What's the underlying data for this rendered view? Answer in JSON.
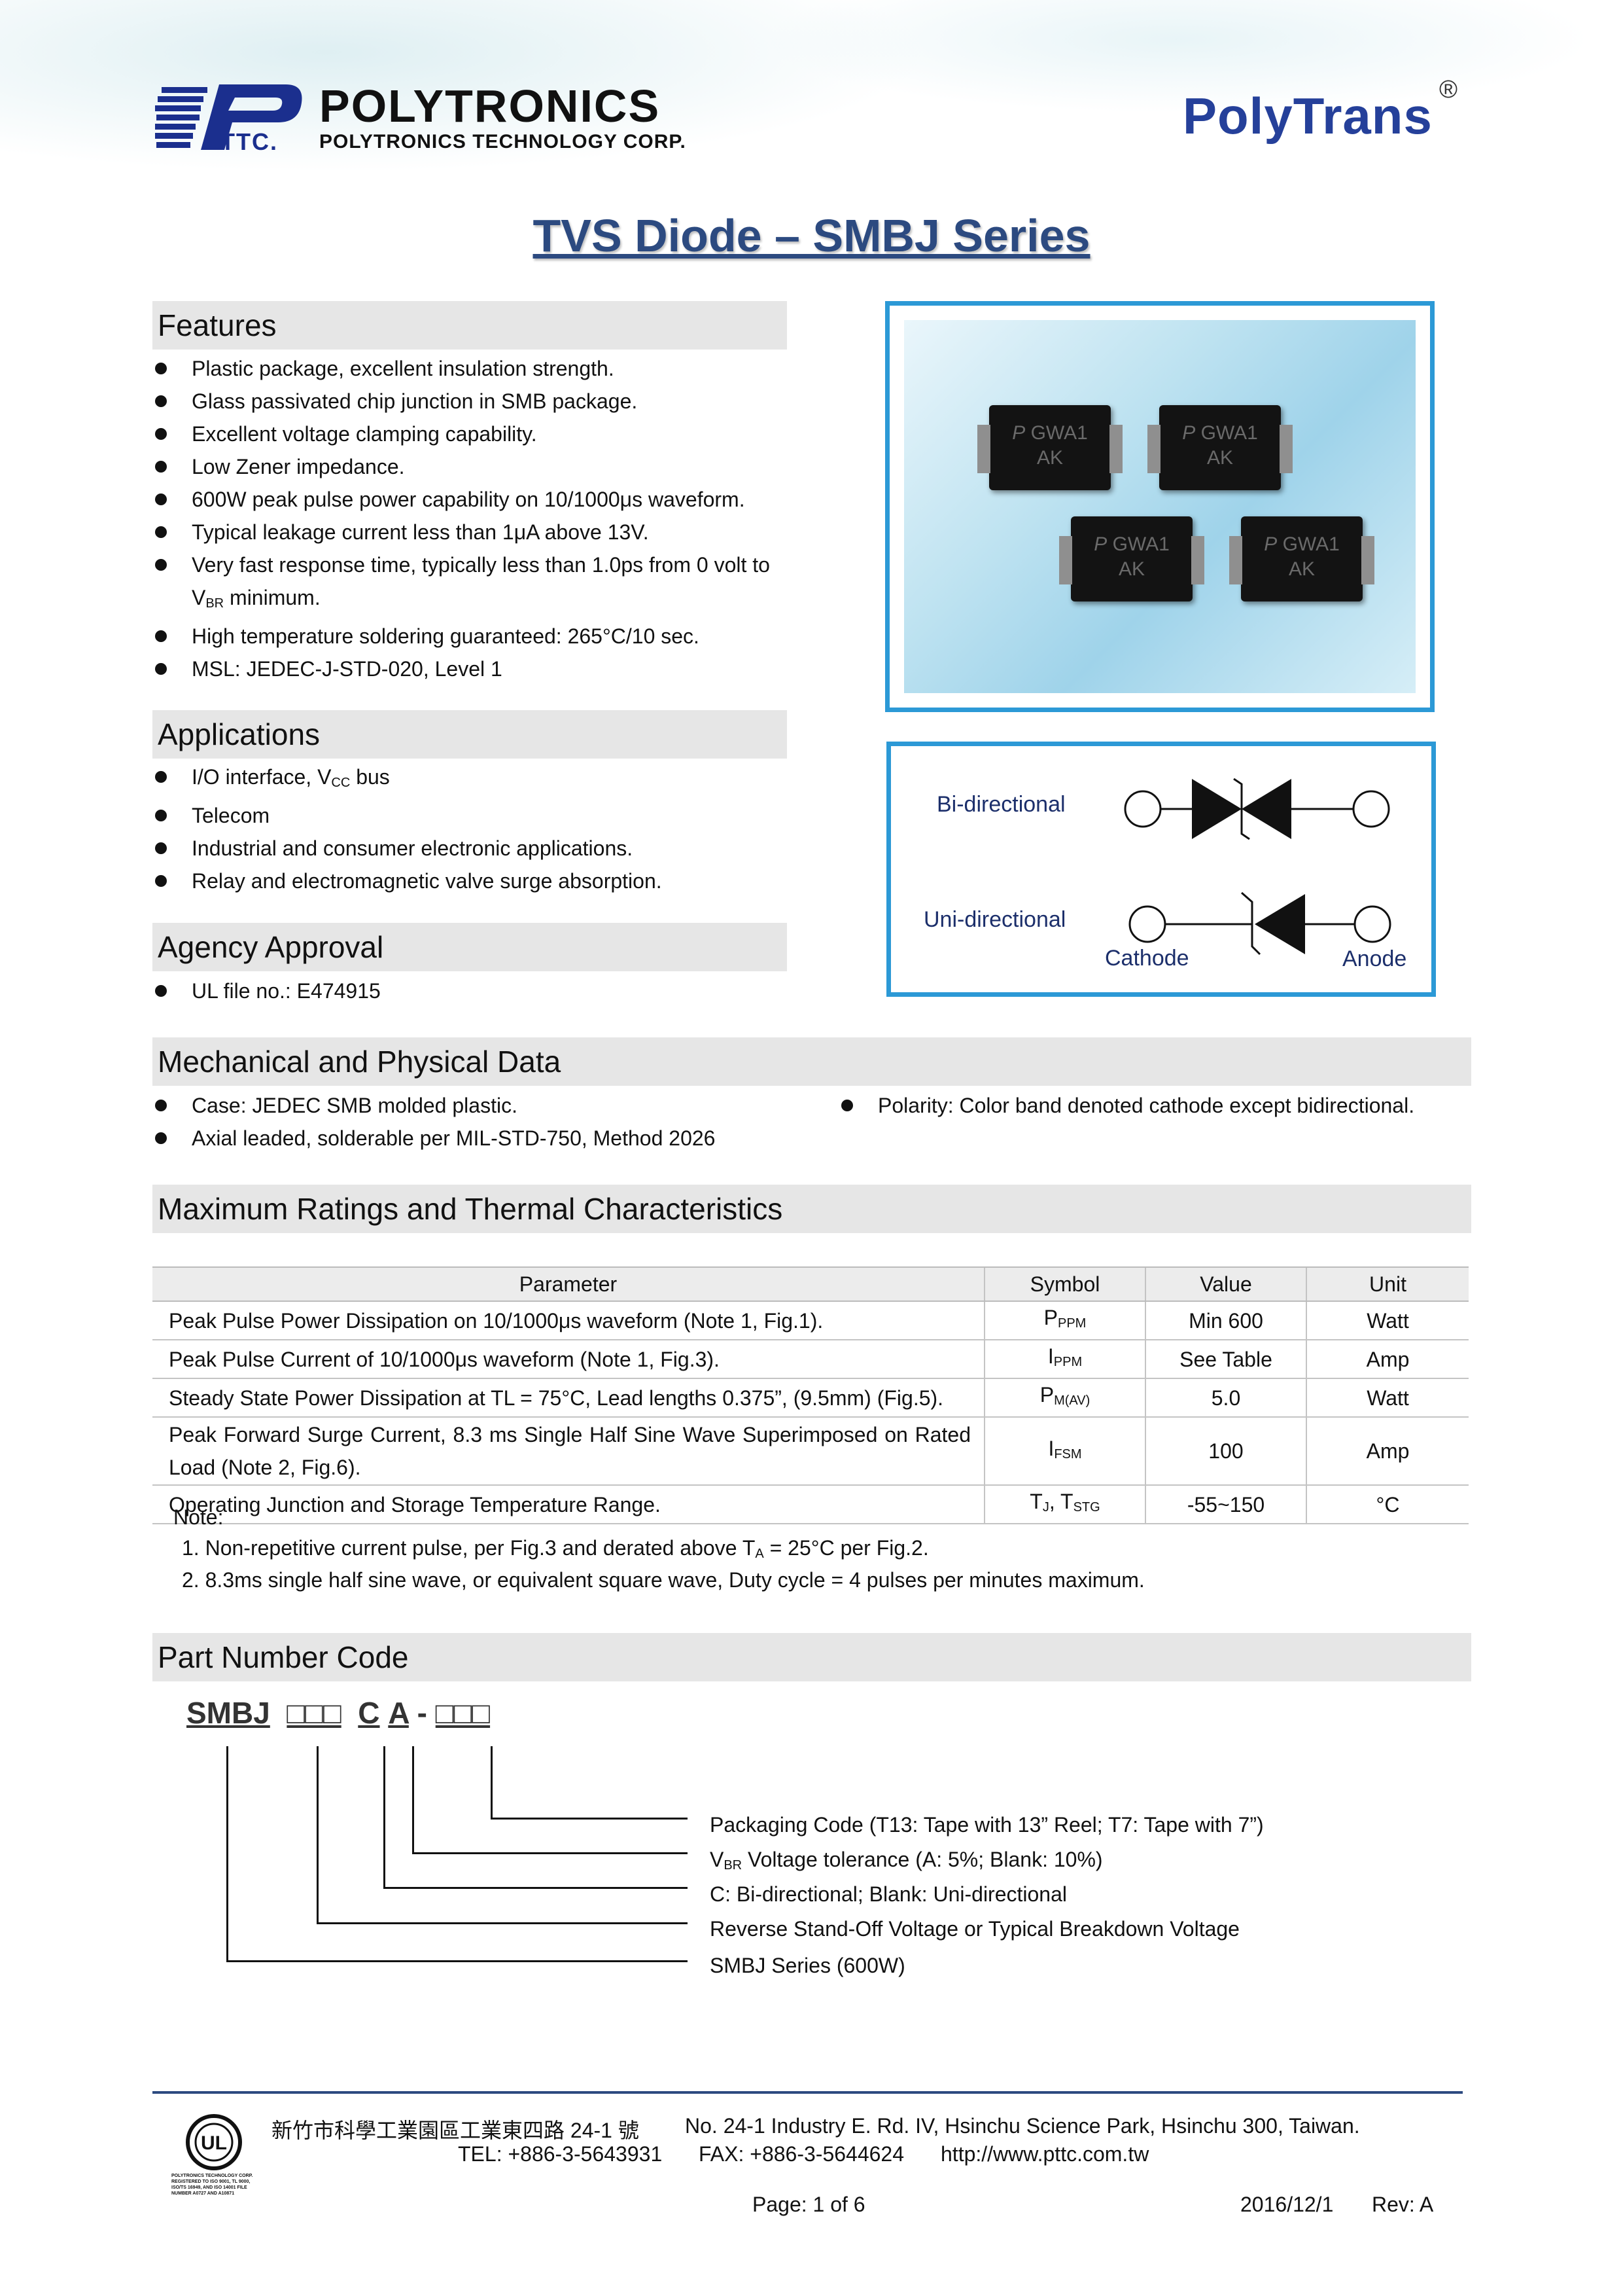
{
  "header": {
    "company_name": "POLYTRONICS",
    "company_full": "POLYTRONICS TECHNOLOGY CORP.",
    "ptc_abbr": "TTC.",
    "brand": "PolyTrans",
    "registered_mark": "®",
    "title": "TVS Diode – SMBJ Series"
  },
  "features": {
    "heading": "Features",
    "items": [
      "Plastic package, excellent insulation strength.",
      "Glass passivated chip junction in SMB package.",
      "Excellent voltage clamping capability.",
      "Low Zener impedance.",
      "600W peak pulse power capability on 10/1000μs waveform.",
      "Typical leakage current less than 1μA above 13V.",
      "Very fast response time, typically less than 1.0ps from 0 volt to",
      "V",
      "BR",
      " minimum.",
      "High temperature soldering guaranteed: 265°C/10 sec.",
      "MSL: JEDEC-J-STD-020, Level 1"
    ]
  },
  "photo": {
    "chip_marking_line1": "GWA1",
    "chip_marking_line2": "AK",
    "logo_letter": "P"
  },
  "symbols": {
    "bi_label": "Bi-directional",
    "uni_label": "Uni-directional",
    "cathode_label": "Cathode",
    "anode_label": "Anode"
  },
  "applications": {
    "heading": "Applications",
    "item1_prefix": "I/O interface, V",
    "item1_sub": "CC",
    "item1_suffix": " bus",
    "items": [
      "Telecom",
      "Industrial and consumer electronic applications.",
      "Relay and electromagnetic valve surge absorption."
    ]
  },
  "agency": {
    "heading": "Agency Approval",
    "items": [
      "UL file no.: E474915"
    ]
  },
  "mechanical": {
    "heading": "Mechanical and Physical Data",
    "left_items": [
      "Case: JEDEC SMB molded plastic.",
      "Axial leaded, solderable per MIL-STD-750, Method 2026"
    ],
    "right_items": [
      "Polarity: Color band denoted cathode except bidirectional."
    ]
  },
  "ratings": {
    "heading": "Maximum Ratings and Thermal Characteristics",
    "col_parameter": "Parameter",
    "col_symbol": "Symbol",
    "col_value": "Value",
    "col_unit": "Unit",
    "rows": [
      {
        "param": "Peak Pulse Power Dissipation on 10/1000μs waveform (Note 1, Fig.1).",
        "sym": "P",
        "sub": "PPM",
        "value": "Min 600",
        "unit": "Watt"
      },
      {
        "param": "Peak Pulse Current of 10/1000μs waveform (Note 1, Fig.3).",
        "sym": "I",
        "sub": "PPM",
        "value": "See Table",
        "unit": "Amp"
      },
      {
        "param": "Steady State Power Dissipation at TL = 75°C, Lead lengths 0.375”, (9.5mm) (Fig.5).",
        "sym": "P",
        "sub": "M(AV)",
        "value": "5.0",
        "unit": "Watt"
      },
      {
        "param": "Peak Forward Surge Current, 8.3 ms Single Half Sine Wave Superimposed on Rated Load (Note 2, Fig.6).",
        "sym": "I",
        "sub": "FSM",
        "value": "100",
        "unit": "Amp"
      },
      {
        "param": "Operating Junction and Storage Temperature Range.",
        "sym": "T",
        "sub": "J",
        "sym2": ", T",
        "sub2": "STG",
        "value": "-55~150",
        "unit": "°C"
      }
    ],
    "note_label": "Note:",
    "note1_prefix": "1.  Non-repetitive current pulse, per Fig.3 and derated above T",
    "note1_sub": "A",
    "note1_suffix": " = 25°C per Fig.2.",
    "note2": "2.  8.3ms single half sine wave, or equivalent square wave, Duty cycle = 4 pulses per minutes maximum."
  },
  "part_number": {
    "heading": "Part Number Code",
    "code_prefix": "SMBJ",
    "code_voltage": "□□□",
    "code_c": "C",
    "code_a": "A",
    "code_dash": "-",
    "code_pack": "□□□",
    "label_packaging": "Packaging Code (T13: Tape with 13” Reel; T7: Tape with 7”)",
    "label_vbr_prefix": "V",
    "label_vbr_sub": "BR",
    "label_vbr_suffix": " Voltage tolerance (A: 5%; Blank: 10%)",
    "label_bidir": "C: Bi-directional; Blank: Uni-directional",
    "label_voltage": "Reverse Stand-Off Voltage or Typical Breakdown Voltage",
    "label_series": "SMBJ Series (600W)"
  },
  "footer": {
    "address_zh": "新竹市科學工業園區工業東四路 24-1 號",
    "address_en": "No. 24-1 Industry E. Rd. IV, Hsinchu Science Park, Hsinchu 300, Taiwan.",
    "tel": "TEL: +886-3-5643931",
    "fax": "FAX: +886-3-5644624",
    "url": "http://www.pttc.com.tw",
    "page": "Page: 1 of 6",
    "date": "2016/12/1",
    "rev": "Rev: A",
    "ul_mark": "UL",
    "ul_caption": "POLYTRONICS TECHNOLOGY CORP. REGISTERED TO ISO 9001, TL 9000, ISO/TS 16949, AND ISO 14001 FILE NUMBER A0727 AND A10871"
  },
  "colors": {
    "title_blue": "#2c4a80",
    "frame_blue": "#2c99d6",
    "section_gray": "#e6e6e6",
    "brand_blue": "#25409a"
  }
}
